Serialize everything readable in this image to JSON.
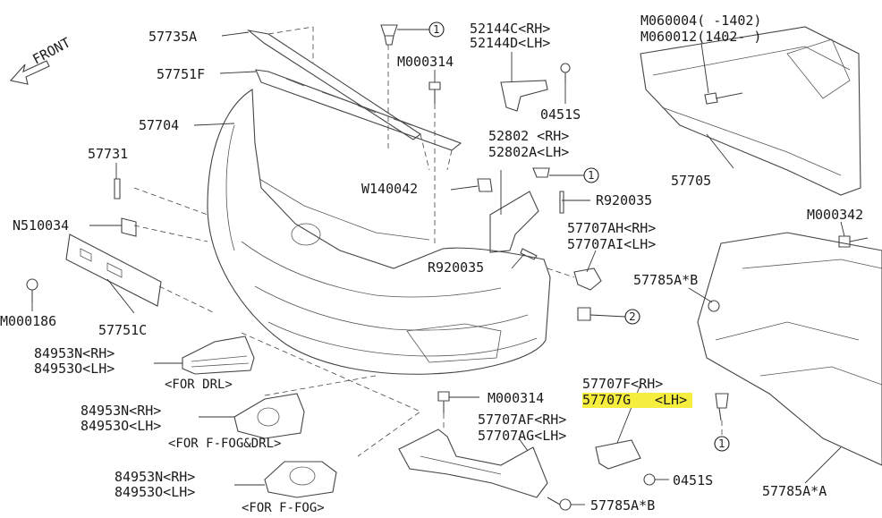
{
  "front_label": "FRONT",
  "parts": {
    "p57735A": "57735A",
    "p57751F": "57751F",
    "p57704": "57704",
    "p57731": "57731",
    "pN510034": "N510034",
    "pM000186": "M000186",
    "p57751C": "57751C",
    "pM000314_top": "M000314",
    "p52144C": "52144C<RH>",
    "p52144D": "52144D<LH>",
    "p0451S_top": "0451S",
    "p52802": "52802 <RH>",
    "p52802A": "52802A<LH>",
    "pW140042": "W140042",
    "pR920035_r": "R920035",
    "pR920035_b": "R920035",
    "p57707AH": "57707AH<RH>",
    "p57707AI": "57707AI<LH>",
    "pM060004": "M060004(  -1402)",
    "pM060012": "M060012(1402-  )",
    "p57705": "57705",
    "pM000342": "M000342",
    "p57785AB_mid": "57785A*B",
    "p57707F": "57707F<RH>",
    "p57707G": "57707G",
    "p57707G_lh": "<LH>",
    "pM000314_mid": "M000314",
    "p57707AF": "57707AF<RH>",
    "p57707AG": "57707AG<LH>",
    "p0451S_bot": "0451S",
    "p57785AB_bot": "57785A*B",
    "p57785AA": "57785A*A",
    "p84953N_1": "84953N<RH>",
    "p84953O_1": "84953O<LH>",
    "note_drl": "<FOR DRL>",
    "p84953N_2": "84953N<RH>",
    "p84953O_2": "84953O<LH>",
    "note_fogdrl": "<FOR F-FOG&DRL>",
    "p84953N_3": "84953N<RH>",
    "p84953O_3": "84953O<LH>",
    "note_fog": "<FOR F-FOG>"
  },
  "callouts": {
    "c1": "1",
    "c2": "2"
  },
  "highlight_color": "#f6ee3e"
}
